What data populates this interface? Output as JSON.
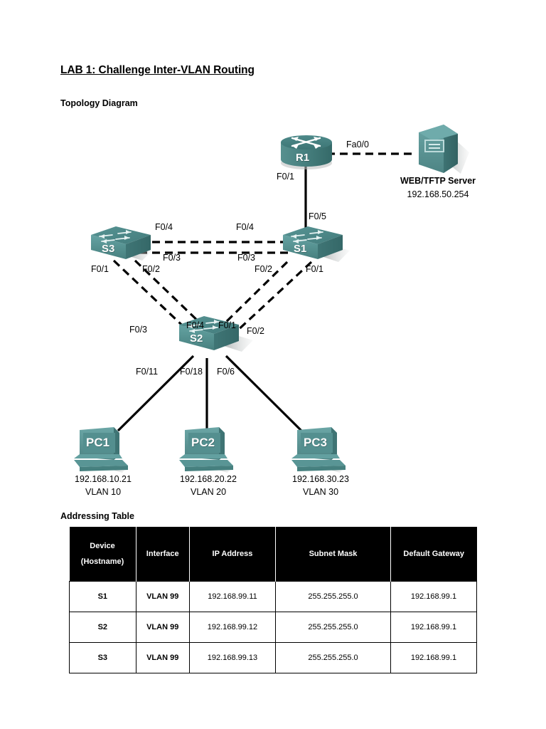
{
  "document": {
    "title": "LAB 1: Challenge Inter-VLAN Routing",
    "topology_heading": "Topology Diagram",
    "addressing_heading": "Addressing Table"
  },
  "topology": {
    "devices": {
      "r1": {
        "name": "R1",
        "type": "router"
      },
      "s1": {
        "name": "S1",
        "type": "switch"
      },
      "s2": {
        "name": "S2",
        "type": "switch"
      },
      "s3": {
        "name": "S3",
        "type": "switch"
      },
      "pc1": {
        "name": "PC1",
        "type": "pc",
        "ip": "192.168.10.21",
        "vlan": "VLAN 10"
      },
      "pc2": {
        "name": "PC2",
        "type": "pc",
        "ip": "192.168.20.22",
        "vlan": "VLAN 20"
      },
      "pc3": {
        "name": "PC3",
        "type": "pc",
        "ip": "192.168.30.23",
        "vlan": "VLAN 30"
      },
      "server": {
        "name": "WEB/TFTP Server",
        "ip": "192.168.50.254",
        "type": "server"
      }
    },
    "port_labels": {
      "r1_fa00": "Fa0/0",
      "r1_f01": "F0/1",
      "s1_f05": "F0/5",
      "s3_f04_trunk": "F0/4",
      "s1_f04_trunk": "F0/4",
      "s3_f03_trunk": "F0/3",
      "s1_f03_trunk": "F0/3",
      "s3_f01": "F0/1",
      "s3_f02": "F0/2",
      "s1_f02": "F0/2",
      "s1_f01": "F0/1",
      "s2_f03": "F0/3",
      "s2_f04": "F0/4",
      "s2_f01": "F0/1",
      "s2_f02": "F0/2",
      "s2_f011": "F0/11",
      "s2_f018": "F0/18",
      "s2_f06": "F0/6"
    }
  },
  "addressing_table": {
    "headers": [
      "Device\n(Hostname)",
      "Interface",
      "IP Address",
      "Subnet Mask",
      "Default Gateway"
    ],
    "header_device_line1": "Device",
    "header_device_line2": "(Hostname)",
    "header_interface": "Interface",
    "header_ip": "IP Address",
    "header_mask": "Subnet Mask",
    "header_gateway": "Default Gateway",
    "rows": [
      {
        "device": "S1",
        "interface": "VLAN 99",
        "ip": "192.168.99.11",
        "mask": "255.255.255.0",
        "gateway": "192.168.99.1"
      },
      {
        "device": "S2",
        "interface": "VLAN 99",
        "ip": "192.168.99.12",
        "mask": "255.255.255.0",
        "gateway": "192.168.99.1"
      },
      {
        "device": "S3",
        "interface": "VLAN 99",
        "ip": "192.168.99.13",
        "mask": "255.255.255.0",
        "gateway": "192.168.99.1"
      }
    ]
  },
  "colors": {
    "device_teal_light": "#5c9a9a",
    "device_teal_mid": "#4b8686",
    "device_teal_dark": "#3a6e6e",
    "shadow_gray": "#b9bcbc",
    "link_black": "#000000",
    "table_header_bg": "#000000"
  }
}
